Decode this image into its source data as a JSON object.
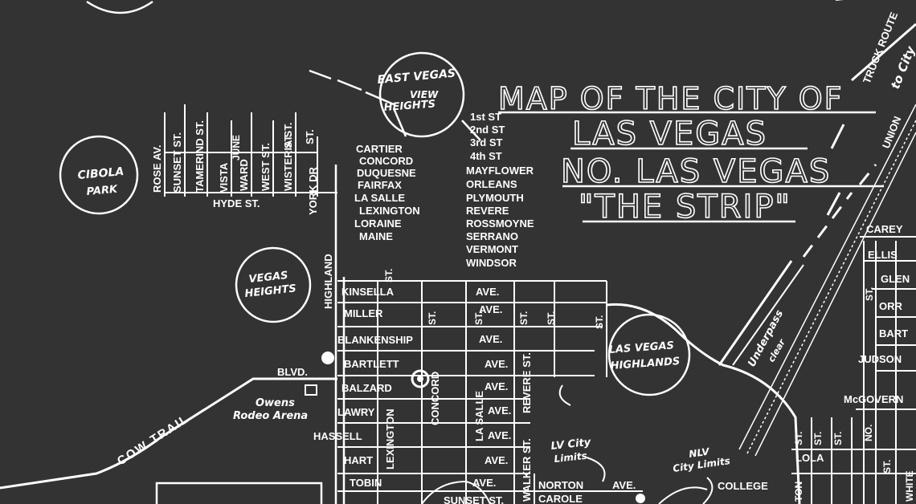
{
  "title": {
    "line1": "MAP OF THE CITY OF",
    "line2": "LAS  VEGAS",
    "line3": "NO. LAS VEGAS",
    "line4": "\"THE  STRIP\""
  },
  "circles": {
    "cibola_1": "CIBOLA",
    "cibola_2": "PARK",
    "east_vegas": "EAST VEGAS",
    "view": "VIEW",
    "heights": "HEIGHTS",
    "vegas_heights_1": "VEGAS",
    "vegas_heights_2": "HEIGHTS",
    "lv_highlands_1": "LAS VEGAS",
    "lv_highlands_2": "HIGHLANDS"
  },
  "streets": {
    "rose_av": "ROSE AV.",
    "sunset_st": "SUNSET ST.",
    "tamerind_st": "TAMERIND ST.",
    "vista": "VISTA",
    "june": "JUNE",
    "ward": "WARD",
    "west_st": "WEST ST.",
    "wisteria_st": "WISTERIA ST.",
    "st_a": "ST.",
    "st_b": "ST.",
    "hyde_st": "HYDE ST.",
    "york_dr": "YORK DR",
    "highland": "HIGHLAND",
    "north_list": [
      "CARTIER",
      "CONCORD",
      "DUQUESNE",
      "FAIRFAX",
      "LA SALLE",
      "LEXINGTON",
      "LORAINE",
      "MAINE"
    ],
    "east_list": [
      "1st ST",
      "2nd ST",
      "3rd ST",
      "4th ST",
      "MAYFLOWER",
      "ORLEANS",
      "PLYMOUTH",
      "REVERE",
      "ROSSMOYNE",
      "SERRANO",
      "VERMONT",
      "WINDSOR"
    ],
    "kinsella": "KINSELLA",
    "miller": "MILLER",
    "blankenship": "BLANKENSHIP",
    "bartlett": "BARTLETT",
    "balzard": "BALZARD",
    "lawry": "LAWRY",
    "hassell": "HASSELL",
    "hart": "HART",
    "tobin": "TOBIN",
    "ave": "AVE.",
    "st": "ST.",
    "blvd": "BLVD.",
    "concord": "CONCORD",
    "lexington": "LEXINGTON",
    "la_salle": "LA SALLE",
    "revere_st": "REVERE ST.",
    "walker_st": "WALKER ST.",
    "norton": "NORTON",
    "carole": "CAROLE",
    "sunset_st_bottom": "SUNSET ST.",
    "college": "COLLEGE",
    "carey": "CAREY",
    "ellis": "ELLIS",
    "glen": "GLEN",
    "orr": "ORR",
    "bart": "BART",
    "judson": "JUDSON",
    "mcgovern": "McGOVERN",
    "lola": "LOLA",
    "no": "NO.",
    "white": "WHITE",
    "ton": "TON"
  },
  "labels": {
    "cow_trail": "COW TRAIL",
    "owens": "Owens",
    "rodeo_arena": "Rodeo Arena",
    "lv_city_limits_1": "LV City",
    "lv_city_limits_2": "Limits",
    "nlv_city_limits_1": "NLV",
    "nlv_city_limits_2": "City Limits",
    "truck_route": "TRUCK ROUTE",
    "to_city": "to City",
    "union": "UNION",
    "underpass": "Underpass",
    "clear": "clear"
  },
  "colors": {
    "background": "#333333",
    "ink": "#ffffff"
  }
}
